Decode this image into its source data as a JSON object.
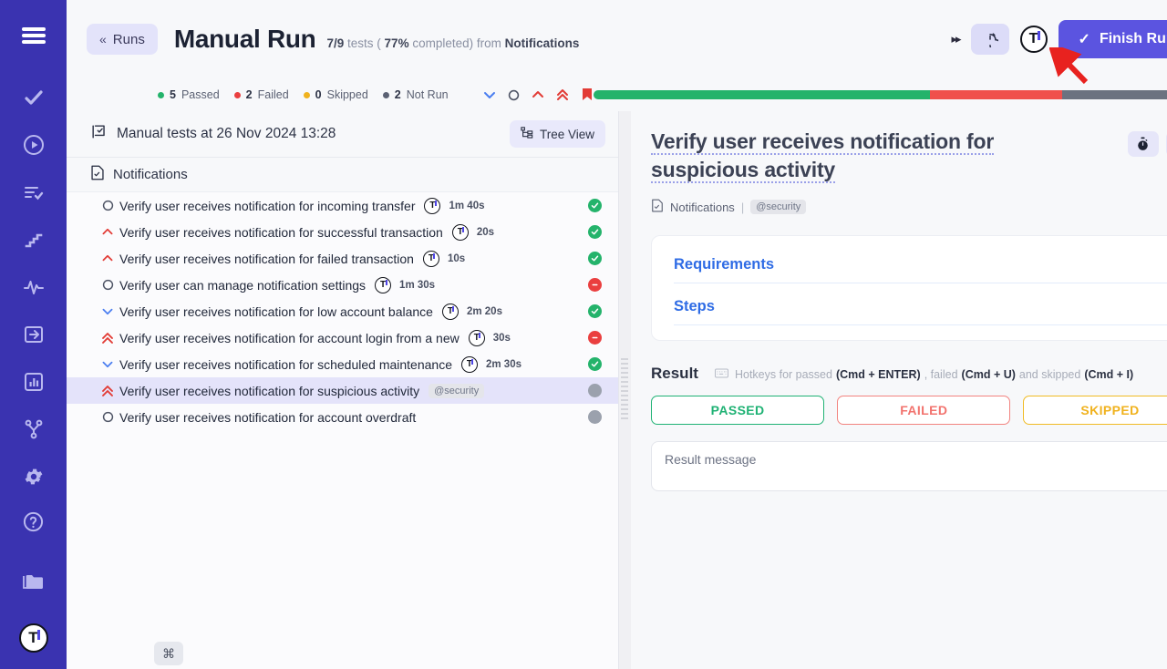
{
  "rail": {
    "items": [
      {
        "icon": "menu-icon",
        "name": "menu"
      },
      {
        "icon": "check-icon",
        "name": "tests"
      },
      {
        "icon": "play-circle-icon",
        "name": "runs"
      },
      {
        "icon": "list-check-icon",
        "name": "test-plans"
      },
      {
        "icon": "steps-icon",
        "name": "steps"
      },
      {
        "icon": "activity-icon",
        "name": "activity"
      },
      {
        "icon": "import-icon",
        "name": "import"
      },
      {
        "icon": "chart-icon",
        "name": "reports"
      },
      {
        "icon": "branch-icon",
        "name": "integrations"
      },
      {
        "icon": "gear-icon",
        "name": "settings"
      },
      {
        "icon": "help-icon",
        "name": "help"
      },
      {
        "icon": "folder-icon",
        "name": "projects"
      }
    ],
    "logo_letter": "T"
  },
  "header": {
    "back_label": "Runs",
    "back_chevron": "«",
    "title": "Manual Run",
    "subtitle_count": "7/9",
    "subtitle_tests": " tests ( ",
    "subtitle_pct": "77%",
    "subtitle_completed": " completed) from ",
    "subtitle_source": "Notifications",
    "fast_forward_icon": "▸▸",
    "timer_button_name": "timer-button",
    "avatar_letter": "T",
    "finish_label": "Finish Run",
    "finish_check": "✓"
  },
  "status": {
    "items": [
      {
        "count": "5",
        "label": "Passed",
        "color": "#24b36b"
      },
      {
        "count": "2",
        "label": "Failed",
        "color": "#ea3f3f"
      },
      {
        "count": "0",
        "label": "Skipped",
        "color": "#f0b21e"
      },
      {
        "count": "2",
        "label": "Not Run",
        "color": "#5b6173"
      }
    ],
    "progress": [
      {
        "name": "passed",
        "color": "#24b36b",
        "pct": 56
      },
      {
        "name": "failed",
        "color": "#f0504c",
        "pct": 22
      },
      {
        "name": "notrun",
        "color": "#6b7280",
        "pct": 22
      }
    ],
    "priority_filters": [
      "low",
      "medium",
      "high",
      "critical",
      "blocker"
    ]
  },
  "left_panel": {
    "head_title": "Manual tests at 26 Nov 2024 13:28",
    "tree_view_label": "Tree View",
    "group_label": "Notifications",
    "tests": [
      {
        "priority": "medium",
        "name": "Verify user receives notification for incoming transfer",
        "owner": "T",
        "duration": "1m 40s",
        "tag": "",
        "status": "pass"
      },
      {
        "priority": "high",
        "name": "Verify user receives notification for successful transaction",
        "owner": "T",
        "duration": "20s",
        "tag": "",
        "status": "pass"
      },
      {
        "priority": "high",
        "name": "Verify user receives notification for failed transaction",
        "owner": "T",
        "duration": "10s",
        "tag": "",
        "status": "pass"
      },
      {
        "priority": "medium",
        "name": "Verify user can manage notification settings",
        "owner": "T",
        "duration": "1m 30s",
        "tag": "",
        "status": "fail"
      },
      {
        "priority": "low",
        "name": "Verify user receives notification for low account balance",
        "owner": "T",
        "duration": "2m 20s",
        "tag": "",
        "status": "pass"
      },
      {
        "priority": "critical",
        "name": "Verify user receives notification for account login from a new",
        "owner": "T",
        "duration": "30s",
        "tag": "",
        "status": "fail"
      },
      {
        "priority": "low",
        "name": "Verify user receives notification for scheduled maintenance",
        "owner": "T",
        "duration": "2m 30s",
        "tag": "",
        "status": "pass"
      },
      {
        "priority": "critical",
        "name": "Verify user receives notification for suspicious activity",
        "owner": "",
        "duration": "",
        "tag": "@security",
        "status": "notrun",
        "selected": true
      },
      {
        "priority": "medium",
        "name": "Verify user receives notification for account overdraft",
        "owner": "",
        "duration": "",
        "tag": "",
        "status": "notrun"
      }
    ]
  },
  "right_panel": {
    "title": "Verify user receives notification for suspicious activity",
    "meta_suite": "Notifications",
    "meta_sep": "|",
    "meta_tag": "@security",
    "accordion": [
      {
        "label": "Requirements"
      },
      {
        "label": "Steps"
      }
    ],
    "result_label": "Result",
    "hotkeys": {
      "icon": "keyboard-icon",
      "prefix": "Hotkeys for passed ",
      "passed_key": "(Cmd + ENTER)",
      "mid1": " , failed ",
      "failed_key": "(Cmd + U)",
      "mid2": " and skipped ",
      "skipped_key": "(Cmd + I)"
    },
    "verdicts": [
      {
        "label": "PASSED",
        "kind": "passed"
      },
      {
        "label": "FAILED",
        "kind": "failed"
      },
      {
        "label": "SKIPPED",
        "kind": "skipped"
      }
    ],
    "result_placeholder": "Result message"
  },
  "footer": {
    "cmd_glyph": "⌘"
  },
  "colors": {
    "brand": "#3a33b0",
    "accent": "#5b54e0",
    "pass": "#24b36b",
    "fail": "#ea3f3f",
    "skip": "#f0b21e",
    "notrun": "#9ba1ad",
    "annotation": "#e8221f"
  }
}
